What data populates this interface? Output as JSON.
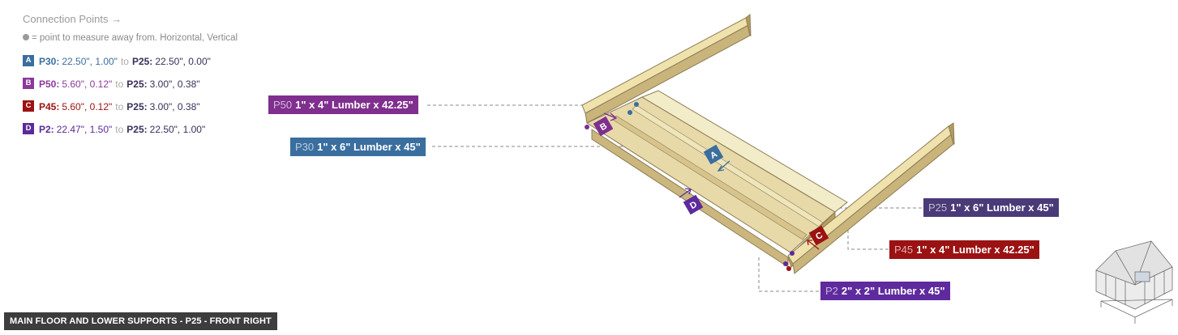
{
  "legend": {
    "title": "Connection Points →",
    "note": "= point to measure away from. Horizontal, Vertical",
    "to_word": "to",
    "rows": [
      {
        "badge": "A",
        "color": "#3a6e9f",
        "from": "P30:",
        "from_vals": "22.50\", 1.00\"",
        "to": "P25:",
        "to_vals": "22.50\", 0.00\""
      },
      {
        "badge": "B",
        "color": "#8b3a9a",
        "from": "P50:",
        "from_vals": "5.60\", 0.12\"",
        "to": "P25:",
        "to_vals": "3.00\", 0.38\""
      },
      {
        "badge": "C",
        "color": "#9b1212",
        "from": "P45:",
        "from_vals": "5.60\", 0.12\"",
        "to": "P25:",
        "to_vals": "3.00\", 0.38\""
      },
      {
        "badge": "D",
        "color": "#5b2a9a",
        "from": "P2:",
        "from_vals": "22.47\", 1.50\"",
        "to": "P25:",
        "to_vals": "22.50\", 1.00\""
      }
    ]
  },
  "tags": {
    "p50": {
      "id": "P50",
      "text": "1\" x 4\" Lumber  x 42.25\"",
      "color": "#7f2f8e"
    },
    "p30": {
      "id": "P30",
      "text": "1\" x 6\" Lumber x 45\"",
      "color": "#3a6e9f"
    },
    "p25": {
      "id": "P25",
      "text": "1\" x 6\" Lumber x 45\"",
      "color": "#4a3a78"
    },
    "p45": {
      "id": "P45",
      "text": "1\" x 4\" Lumber  x 42.25\"",
      "color": "#9b1212"
    },
    "p2": {
      "id": "P2",
      "text": "2\" x 2\" Lumber x 45\"",
      "color": "#5e2a9e"
    }
  },
  "markers": {
    "a": "A",
    "b": "B",
    "c": "C",
    "d": "D"
  },
  "caption": "MAIN FLOOR AND LOWER SUPPORTS - P25 - FRONT RIGHT"
}
